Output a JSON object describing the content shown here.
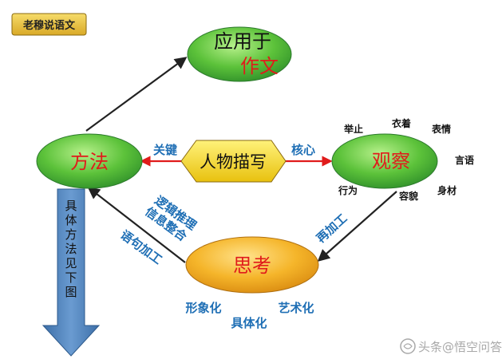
{
  "badge": {
    "label": "老穆说语文"
  },
  "nodes": {
    "apply": {
      "line1": "应用于",
      "line2": "作文"
    },
    "method": {
      "label": "方法"
    },
    "center": {
      "label": "人物描写"
    },
    "observe": {
      "label": "观察"
    },
    "think": {
      "label": "思考"
    }
  },
  "edges": {
    "key": "关键",
    "core": "核心",
    "reprocess": "再加工",
    "logic": "逻辑推理",
    "info": "信息整合",
    "sentence": "语句加工"
  },
  "observe_aspects": [
    "举止",
    "衣着",
    "表情",
    "言语",
    "身材",
    "容貌",
    "行为"
  ],
  "think_modes": [
    "形象化",
    "具体化",
    "艺术化"
  ],
  "down_arrow": {
    "label": "具体方法见下图"
  },
  "watermark": {
    "text": "头条@悟空问答"
  },
  "colors": {
    "green": "#3cb043",
    "orange": "#f2a21f",
    "yellow": "#f2d417",
    "red_text": "#e01b1b",
    "blue_text": "#1f6fb5",
    "arrow_blue": "#4f81bd"
  }
}
